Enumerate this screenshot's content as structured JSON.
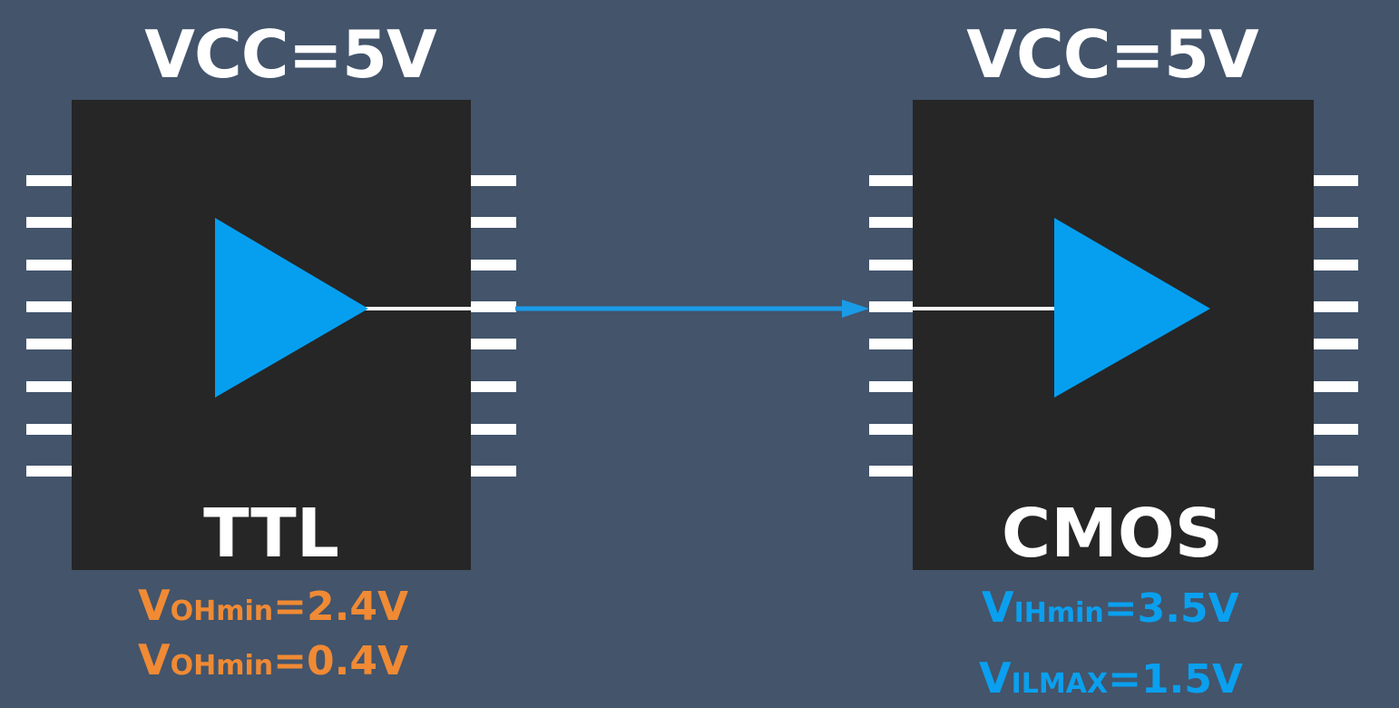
{
  "colors": {
    "background": "#43546b",
    "chip": "#262626",
    "pin": "#ffffff",
    "buffer": "#069ff0",
    "signal": "#1a9be8",
    "ttl_spec": "#f08a34",
    "cmos_spec": "#0aa0ef"
  },
  "left_chip": {
    "vcc": "VCC=5V",
    "label": "TTL",
    "specs": [
      {
        "prefix": "V",
        "sub": "OHmin",
        "value": "=2.4V"
      },
      {
        "prefix": "V",
        "sub": "OHmin",
        "value": "=0.4V"
      }
    ]
  },
  "right_chip": {
    "vcc": "VCC=5V",
    "label": "CMOS",
    "specs": [
      {
        "prefix": "V",
        "sub": "IHmin",
        "value": "=3.5V"
      },
      {
        "prefix": "V",
        "sub": "ILMAX",
        "value": "=1.5V"
      }
    ]
  },
  "icons": [
    "buffer-triangle-icon",
    "arrow-icon"
  ]
}
